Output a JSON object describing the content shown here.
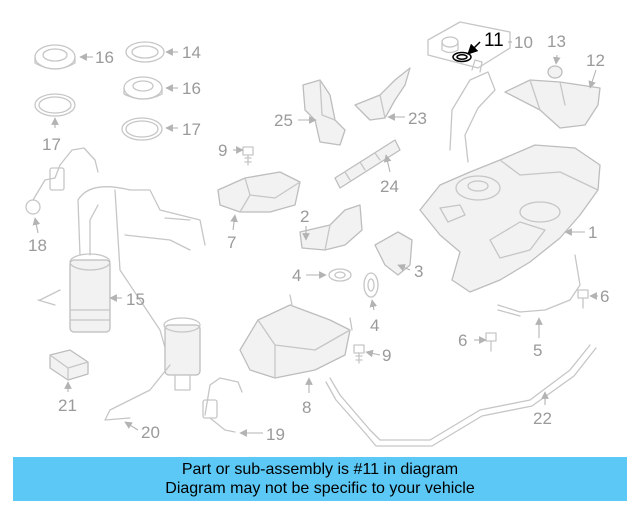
{
  "callouts": {
    "c1": "1",
    "c2": "2",
    "c3": "3",
    "c4a": "4",
    "c4b": "4",
    "c5": "5",
    "c6a": "6",
    "c6b": "6",
    "c7": "7",
    "c8": "8",
    "c9a": "9",
    "c9b": "9",
    "c10": "10",
    "c11": "11",
    "c12": "12",
    "c13": "13",
    "c14": "14",
    "c15": "15",
    "c16a": "16",
    "c16b": "16",
    "c17a": "17",
    "c17b": "17",
    "c18": "18",
    "c19": "19",
    "c20": "20",
    "c21": "21",
    "c22": "22",
    "c23": "23",
    "c24": "24",
    "c25": "25"
  },
  "highlighted_part": "11",
  "colors": {
    "caption_bg": "#5cc8f5",
    "callout_gray": "#9a9a9a",
    "highlight": "#000000"
  },
  "caption": {
    "line1": "Part or sub-assembly is #11 in diagram",
    "line2": "Diagram may not be specific to your vehicle"
  }
}
